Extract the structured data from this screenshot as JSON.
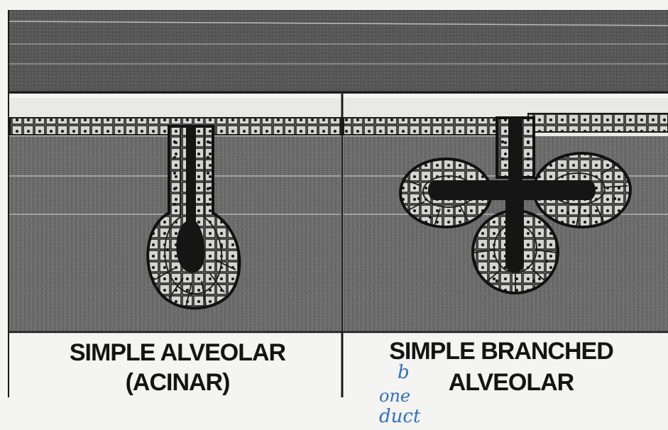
{
  "panels": [
    {
      "caption_line1": "SIMPLE ALVEOLAR",
      "caption_line2": "(ACINAR)"
    },
    {
      "caption_line1": "SIMPLE BRANCHED",
      "caption_line2": "ALVEOLAR"
    }
  ],
  "annotations": {
    "mark": "b",
    "line1": "one",
    "line2": "duct"
  },
  "colors": {
    "tissue": "#6d6d6d",
    "top_band": "#5a5a5a",
    "epithelium": "#d7d7d2",
    "lumen": "#151515",
    "ink": "#141414",
    "handwriting": "#2f6fc4"
  }
}
